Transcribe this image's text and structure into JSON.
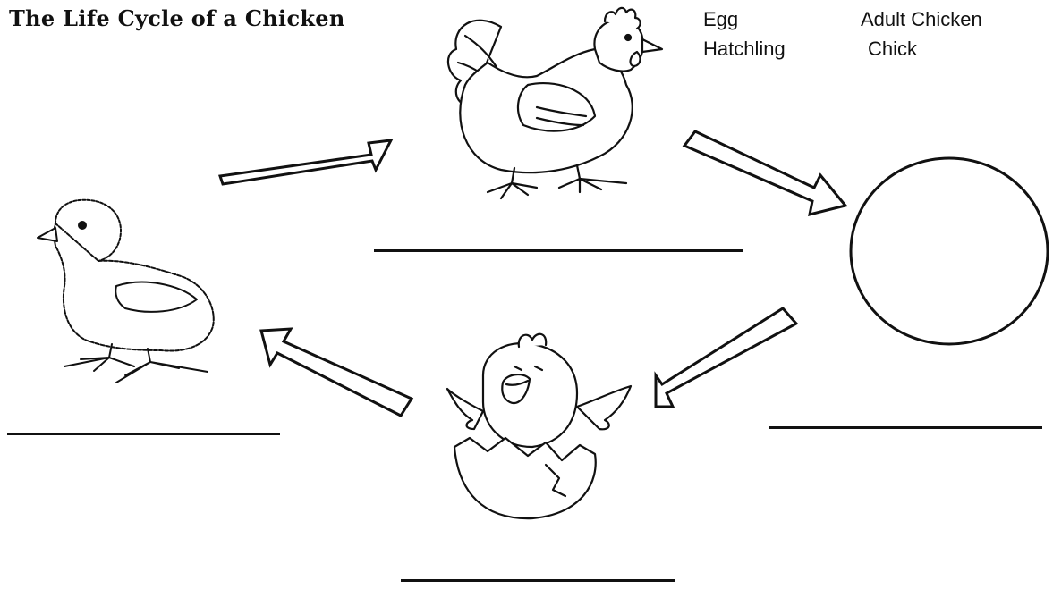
{
  "title": "The Life Cycle of a Chicken",
  "word_bank": {
    "egg": "Egg",
    "adult_chicken": "Adult Chicken",
    "hatchling": "Hatchling",
    "chick": "Chick"
  },
  "stages": [
    {
      "icon": "hen-icon"
    },
    {
      "icon": "egg-icon"
    },
    {
      "icon": "hatchling-icon"
    },
    {
      "icon": "chick-icon"
    }
  ],
  "colors": {
    "ink": "#111111",
    "paper": "#ffffff"
  }
}
